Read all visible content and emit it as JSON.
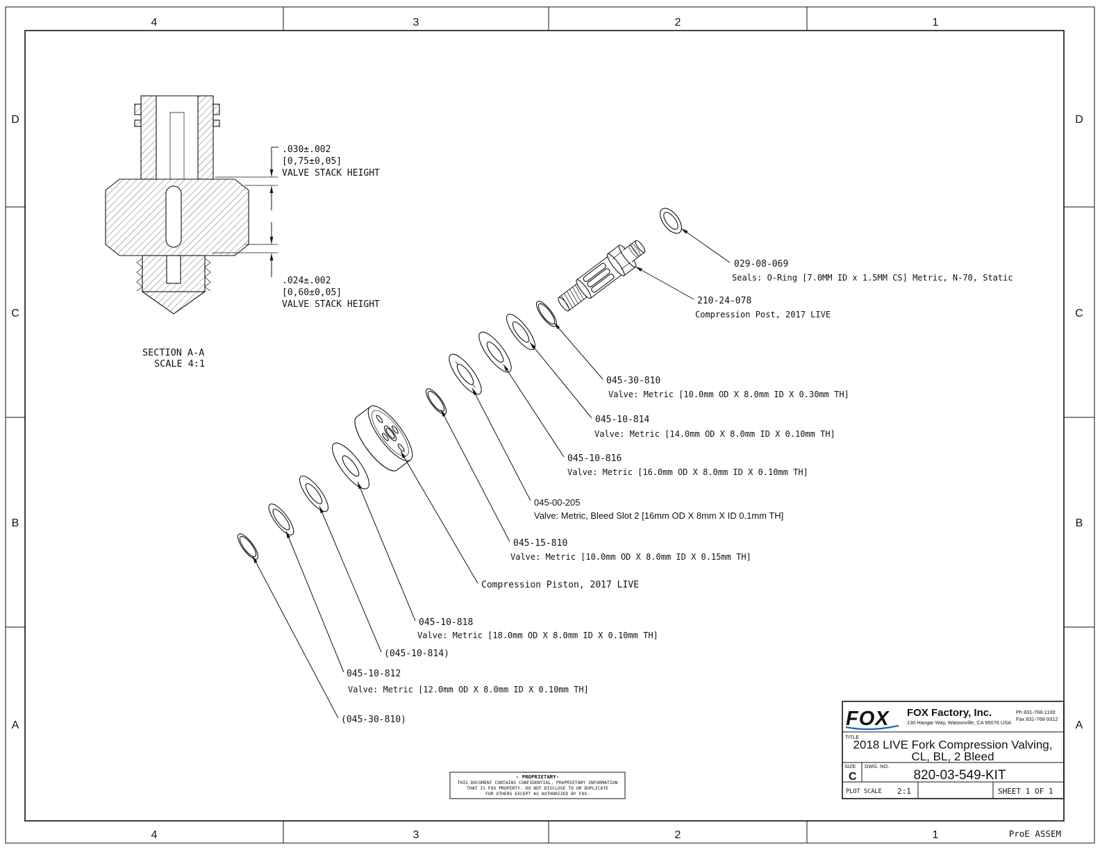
{
  "colors": {
    "logo_blue": "#1b6db5",
    "ink": "#111111"
  },
  "border": {
    "cols": [
      "4",
      "3",
      "2",
      "1"
    ],
    "rows": [
      "D",
      "C",
      "B",
      "A"
    ],
    "footer_note": "ProE ASSEM"
  },
  "section_view": {
    "dim_top": {
      "value": ".030±.002",
      "metric": "[0,75±0,05]",
      "label": "VALVE STACK HEIGHT"
    },
    "dim_bottom": {
      "value": ".024±.002",
      "metric": "[0,60±0,05]",
      "label": "VALVE STACK HEIGHT"
    },
    "caption_line1": "SECTION A-A",
    "caption_line2": "SCALE 4:1"
  },
  "parts": [
    {
      "code": "029-08-069",
      "desc": "Seals: O-Ring [7.0MM ID x 1.5MM CS] Metric, N-70, Static"
    },
    {
      "code": "210-24-078",
      "desc": "Compression Post, 2017 LIVE"
    },
    {
      "code": "045-30-810",
      "desc": "Valve: Metric [10.0mm OD X 8.0mm ID X 0.30mm TH]"
    },
    {
      "code": "045-10-814",
      "desc": "Valve: Metric [14.0mm OD X 8.0mm ID X 0.10mm TH]"
    },
    {
      "code": "045-10-816",
      "desc": "Valve: Metric [16.0mm OD X 8.0mm ID X 0.10mm TH]"
    },
    {
      "code": "045-00-205",
      "desc": "Valve: Metric, Bleed Slot 2 [16mm OD X 8mm X ID 0.1mm TH]"
    },
    {
      "code": "045-15-810",
      "desc": "Valve: Metric [10.0mm OD X 8.0mm ID X 0.15mm TH]"
    },
    {
      "code": "",
      "desc": "Compression Piston, 2017 LIVE"
    },
    {
      "code": "045-10-818",
      "desc": "Valve: Metric [18.0mm OD X 8.0mm ID X 0.10mm TH]"
    },
    {
      "code": "(045-10-814)",
      "desc": ""
    },
    {
      "code": "045-10-812",
      "desc": "Valve: Metric [12.0mm OD X 8.0mm ID X 0.10mm TH]"
    },
    {
      "code": "(045-30-810)",
      "desc": ""
    }
  ],
  "title_block": {
    "logo_text": "FOX",
    "company": "FOX Factory, Inc.",
    "address": "130 Hangar Way, Watsonville, CA 95076 USA",
    "phone": "Ph 831-768-1100",
    "fax": "Fax 831-768-9312",
    "title_label": "TITLE",
    "title_line1": "2018 LIVE Fork Compression Valving,",
    "title_line2": "CL, BL, 2 Bleed",
    "size_label": "SIZE",
    "size_value": "C",
    "dwg_label": "DWG. NO.",
    "dwg_value": "820-03-549-KIT",
    "plot_scale_label": "PLOT SCALE",
    "plot_scale_value": "2:1",
    "sheet": "SHEET 1 OF 1"
  },
  "proprietary": {
    "line1": "- PROPRIETARY-",
    "line2": "THIS DOCUMENT CONTAINS CONFIDENTIAL, PROPRIETARY INFORMATION",
    "line3": "THAT IS FOX PROPERTY. DO NOT DISCLOSE TO OR DUPLICATE",
    "line4": "FOR OTHERS EXCEPT AS AUTHORIZED BY FOX."
  }
}
